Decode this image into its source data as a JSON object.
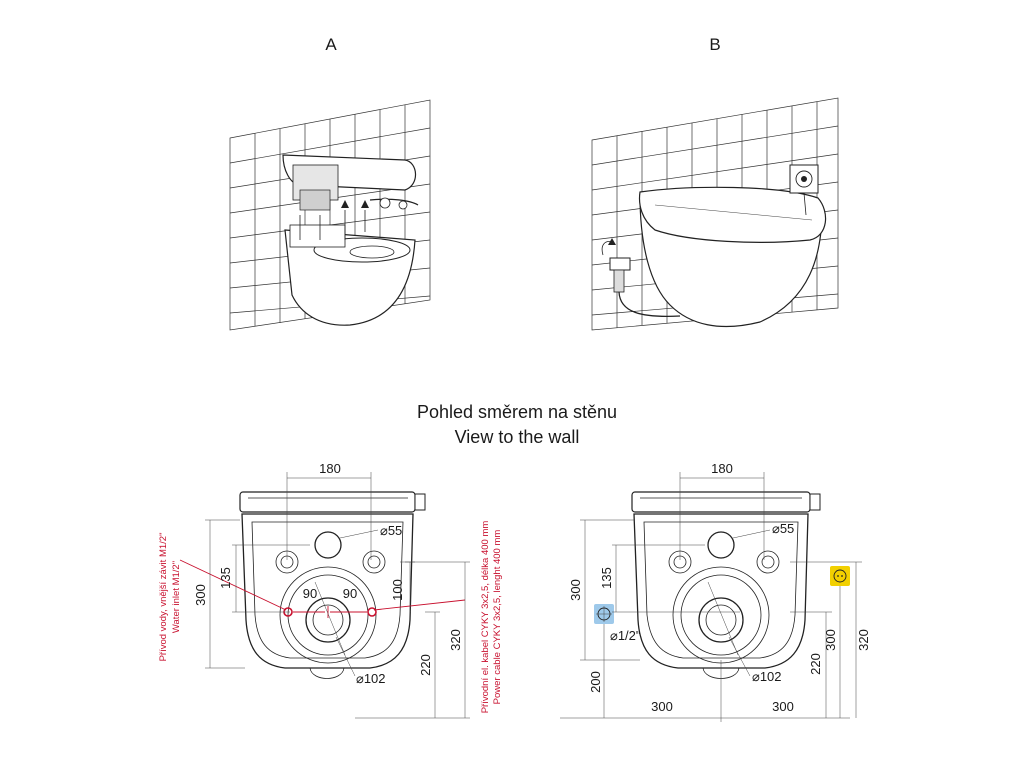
{
  "panels": {
    "a_label": "A",
    "b_label": "B"
  },
  "title": {
    "line1": "Pohled směrem na stěnu",
    "line2": "View to the wall"
  },
  "left_drawing": {
    "width_180": "180",
    "outlet_55": "⌀55",
    "height_300": "300",
    "height_135": "135",
    "spacing_90_left": "90",
    "spacing_90_right": "90",
    "height_100": "100",
    "height_220": "220",
    "height_320": "320",
    "outlet_102": "⌀102",
    "water_note_1": "Přívod vody, vnější závit M1/2\"",
    "water_note_2": "Water inlet M1/2\"",
    "power_note_1": "Přívodní el. kabel CYKY 3x2,5, délka 400 mm",
    "power_note_2": "Power cable CYKY 3x2,5, lenght 400 mm"
  },
  "right_drawing": {
    "width_180": "180",
    "outlet_55": "⌀55",
    "height_300": "300",
    "height_135": "135",
    "inlet_half": "⌀1/2\"",
    "height_200": "200",
    "height_220": "220",
    "height_300_b": "300",
    "height_320": "320",
    "outlet_102": "⌀102",
    "bottom_300_left": "300",
    "bottom_300_right": "300"
  },
  "colors": {
    "line": "#222222",
    "annotation_red": "#c8102e",
    "water_highlight": "#9ec9ea",
    "power_highlight": "#f2d000"
  }
}
